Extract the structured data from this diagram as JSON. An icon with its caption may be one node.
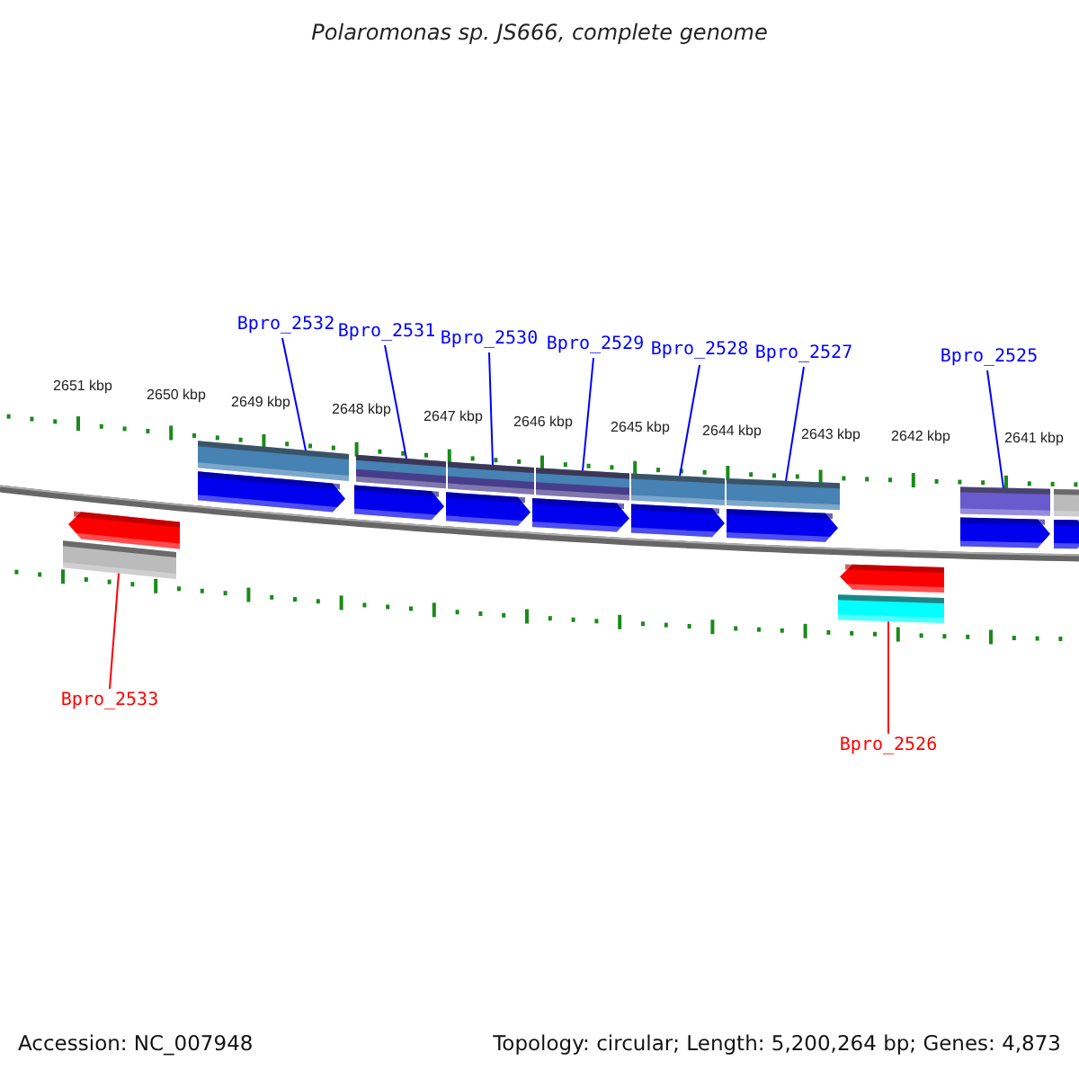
{
  "diagram": {
    "title": "Polaromonas sp. JS666, complete genome",
    "nodes": [
      {
        "text": [
          "Bpro_2532"
        ]
      },
      {
        "text": [
          "Bpro_2531"
        ]
      },
      {
        "text": [
          "Bpro_2530"
        ]
      },
      {
        "text": [
          "Bpro_2529"
        ]
      },
      {
        "text": [
          "Bpro_2528"
        ]
      },
      {
        "text": [
          "Bpro_2527"
        ]
      },
      {
        "text": [
          "Bpro_2525"
        ]
      },
      {
        "text": [
          "Bpro_2533"
        ]
      },
      {
        "text": [
          "Bpro_2526"
        ]
      },
      {
        "text": [],
        "shape": "bar"
      },
      {
        "text": [],
        "shape": "bar"
      },
      {
        "text": [],
        "shape": "bar"
      },
      {
        "text": [],
        "shape": "bar"
      },
      {
        "text": [],
        "shape": "bar"
      },
      {
        "text": [],
        "shape": "bar"
      },
      {
        "text": [],
        "shape": "bar"
      },
      {
        "text": [],
        "shape": "bar"
      },
      {
        "text": [],
        "shape": "bar"
      }
    ],
    "edges": [
      {
        "from": 0,
        "to": 9,
        "arrow": "none"
      },
      {
        "from": 1,
        "to": 10,
        "arrow": "none"
      },
      {
        "from": 2,
        "to": 11,
        "arrow": "none"
      },
      {
        "from": 3,
        "to": 12,
        "arrow": "none"
      },
      {
        "from": 4,
        "to": 13,
        "arrow": "none"
      },
      {
        "from": 5,
        "to": 14,
        "arrow": "none"
      },
      {
        "from": 6,
        "to": 15,
        "arrow": "none"
      },
      {
        "from": 7,
        "to": 16,
        "arrow": "none",
        "color": "#ff0000"
      },
      {
        "from": 8,
        "to": 17,
        "arrow": "none",
        "color": "#ff0000"
      }
    ],
    "labels": [
      "2651 kbp",
      "2650 kbp",
      "2649 kbp",
      "2648 kbp",
      "2647 kbp",
      "2646 kbp",
      "2645 kbp",
      "2644 kbp",
      "2643 kbp",
      "2642 kbp",
      "2641 kbp",
      "Accession: NC_007948",
      "Topology: circular; Length: 5,200,264 bp; Genes: 4,873"
    ]
  }
}
